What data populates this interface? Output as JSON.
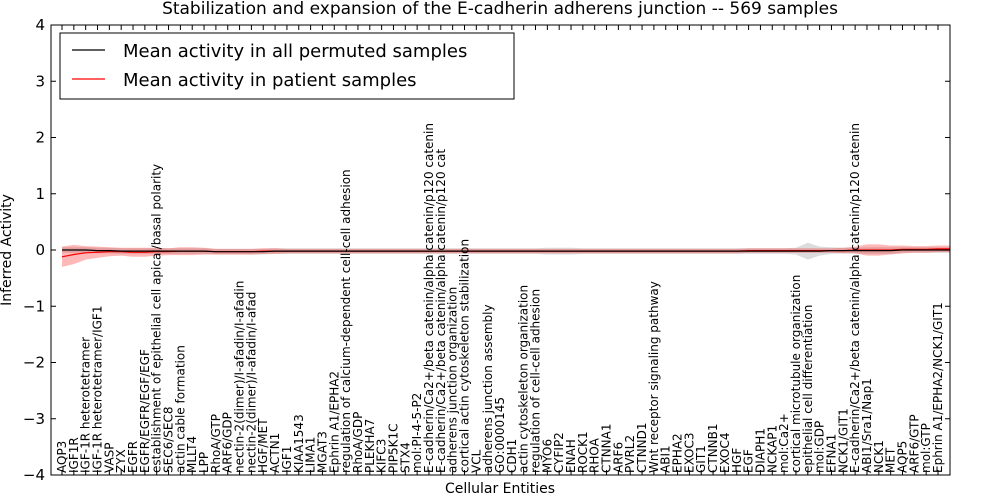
{
  "chart_data": {
    "type": "line",
    "title": "Stabilization and expansion of the E-cadherin adherens junction -- 569 samples",
    "xlabel": "Cellular Entities",
    "ylabel": "Inferred Activity",
    "ylim": [
      -4,
      4
    ],
    "yticks": [
      "4",
      "3",
      "2",
      "1",
      "0",
      "−1",
      "−2",
      "−3",
      "−4"
    ],
    "grid": false,
    "legend_position": "top-left",
    "legend": [
      {
        "label": "Mean activity in all permuted samples",
        "color": "#000000"
      },
      {
        "label": "Mean activity in patient samples",
        "color": "#ff0000"
      }
    ],
    "categories": [
      "AQP3",
      "IGF1R",
      "IGF-1R heterotetramer",
      "IGF-1R heterotetramer/IGF1",
      "VASP",
      "ZYX",
      "EGFR",
      "EGFR/EGFR/EGF/EGF",
      "establishment of epithelial cell apical/basal polarity",
      "SEC6/SEC8",
      "actin cable formation",
      "MLLT4",
      "LPP",
      "RhoA/GTP",
      "ARF6/GDP",
      "nectin-2(dimer)/I-afadin/I-afadin",
      "nectin-2(dimer)/I-afadin/I-afad",
      "HGF/MET",
      "ACTN1",
      "IGF1",
      "KIAA1543",
      "LIMA1",
      "MGAT3",
      "Ephrin A1/EPHA2",
      "regulation of calcium-dependent cell-cell adhesion",
      "RhoA/GDP",
      "PLEKHA7",
      "KIFC3",
      "PIP5K1C",
      "STX4",
      "mol:PI-4-5-P2",
      "E-cadherin/Ca2+/beta catenin/alpha catenin/p120 catenin",
      "E-cadherin/Ca2+/beta catenin/alpha catenin/p120 cat",
      "adherens junction organization",
      "cortical actin cytoskeleton stabilization",
      "VCL",
      "adherens junction assembly",
      "GO:0000145",
      "CDH1",
      "actin cytoskeleton organization",
      "regulation of cell-cell adhesion",
      "MYO6",
      "CYFIP2",
      "ENAH",
      "ROCK1",
      "RHOA",
      "CTNNA1",
      "ARF6",
      "PVRL2",
      "CTNND1",
      "Wnt receptor signaling pathway",
      "ABI1",
      "EPHA2",
      "EXOC3",
      "GIT1",
      "CTNNB1",
      "EXOC4",
      "HGF",
      "EGF",
      "DIAPH1",
      "NCKAP1",
      "mol:Ca2+",
      "cortical microtubule organization",
      "epithelial cell differentiation",
      "mol:GDP",
      "EFNA1",
      "NCK1/GIT1",
      "E-cadherin/Ca2+/beta catenin/alpha catenin/p120 catenin",
      "ABI1/Sra1/Nap1",
      "NCK1",
      "MET",
      "AQP5",
      "ARF6/GTP",
      "mol:GTP",
      "Ephrin A1/EPHA2/NCK1/GIT1"
    ],
    "series": [
      {
        "name": "Mean activity in patient samples",
        "color": "#ff0000",
        "values": [
          -0.12,
          -0.08,
          -0.05,
          -0.04,
          -0.03,
          -0.03,
          -0.04,
          -0.04,
          -0.03,
          -0.03,
          -0.02,
          -0.02,
          -0.02,
          -0.03,
          -0.03,
          -0.03,
          -0.03,
          -0.02,
          -0.02,
          -0.02,
          -0.02,
          -0.02,
          -0.02,
          -0.02,
          -0.02,
          -0.02,
          -0.02,
          -0.02,
          -0.02,
          -0.02,
          -0.02,
          -0.02,
          -0.02,
          -0.02,
          -0.02,
          -0.02,
          -0.02,
          -0.02,
          -0.02,
          -0.02,
          -0.02,
          -0.02,
          -0.02,
          -0.02,
          -0.02,
          -0.02,
          -0.02,
          -0.02,
          -0.02,
          -0.02,
          -0.02,
          -0.02,
          -0.02,
          -0.02,
          -0.02,
          -0.02,
          -0.02,
          -0.02,
          -0.01,
          -0.01,
          -0.01,
          -0.01,
          -0.01,
          -0.01,
          -0.01,
          -0.01,
          -0.01,
          0.0,
          0.0,
          0.0,
          0.0,
          0.01,
          0.01,
          0.01,
          0.02,
          0.02
        ],
        "spread": [
          0.18,
          0.17,
          0.12,
          0.1,
          0.08,
          0.07,
          0.08,
          0.08,
          0.07,
          0.06,
          0.07,
          0.07,
          0.06,
          0.05,
          0.05,
          0.05,
          0.05,
          0.05,
          0.05,
          0.04,
          0.04,
          0.04,
          0.04,
          0.04,
          0.04,
          0.04,
          0.04,
          0.04,
          0.04,
          0.04,
          0.04,
          0.04,
          0.04,
          0.04,
          0.04,
          0.04,
          0.04,
          0.04,
          0.04,
          0.04,
          0.04,
          0.04,
          0.04,
          0.04,
          0.04,
          0.04,
          0.04,
          0.04,
          0.04,
          0.04,
          0.04,
          0.04,
          0.04,
          0.04,
          0.04,
          0.04,
          0.04,
          0.04,
          0.04,
          0.04,
          0.04,
          0.04,
          0.04,
          0.04,
          0.04,
          0.04,
          0.05,
          0.06,
          0.1,
          0.1,
          0.08,
          0.07,
          0.06,
          0.06,
          0.06,
          0.06
        ]
      },
      {
        "name": "Mean activity in all permuted samples",
        "color": "#000000",
        "values": [
          0.0,
          0.0,
          0.0,
          -0.01,
          -0.01,
          -0.02,
          -0.02,
          -0.02,
          -0.02,
          -0.02,
          -0.02,
          -0.02,
          -0.02,
          -0.03,
          -0.03,
          -0.03,
          -0.03,
          -0.03,
          -0.02,
          -0.02,
          -0.02,
          -0.02,
          -0.02,
          -0.02,
          -0.02,
          -0.02,
          -0.02,
          -0.02,
          -0.02,
          -0.02,
          -0.02,
          -0.02,
          -0.02,
          -0.02,
          -0.02,
          -0.02,
          -0.02,
          -0.02,
          -0.02,
          -0.02,
          -0.02,
          -0.02,
          -0.02,
          -0.02,
          -0.02,
          -0.02,
          -0.02,
          -0.02,
          -0.02,
          -0.02,
          -0.02,
          -0.02,
          -0.02,
          -0.02,
          -0.02,
          -0.02,
          -0.02,
          -0.02,
          -0.02,
          -0.02,
          -0.02,
          -0.02,
          -0.02,
          -0.02,
          -0.02,
          -0.01,
          -0.01,
          -0.01,
          -0.01,
          -0.01,
          -0.01,
          0.0,
          0.0,
          0.0,
          0.0,
          0.0
        ],
        "spread": [
          0.05,
          0.05,
          0.05,
          0.05,
          0.05,
          0.05,
          0.05,
          0.05,
          0.05,
          0.05,
          0.05,
          0.05,
          0.05,
          0.05,
          0.05,
          0.05,
          0.05,
          0.05,
          0.05,
          0.05,
          0.05,
          0.05,
          0.05,
          0.05,
          0.05,
          0.05,
          0.05,
          0.05,
          0.05,
          0.05,
          0.05,
          0.05,
          0.05,
          0.05,
          0.05,
          0.05,
          0.05,
          0.05,
          0.05,
          0.05,
          0.05,
          0.06,
          0.06,
          0.06,
          0.05,
          0.05,
          0.05,
          0.05,
          0.05,
          0.05,
          0.05,
          0.05,
          0.05,
          0.05,
          0.05,
          0.05,
          0.05,
          0.05,
          0.05,
          0.05,
          0.05,
          0.05,
          0.06,
          0.15,
          0.08,
          0.06,
          0.05,
          0.05,
          0.06,
          0.06,
          0.06,
          0.05,
          0.05,
          0.05,
          0.05,
          0.05
        ]
      }
    ]
  }
}
